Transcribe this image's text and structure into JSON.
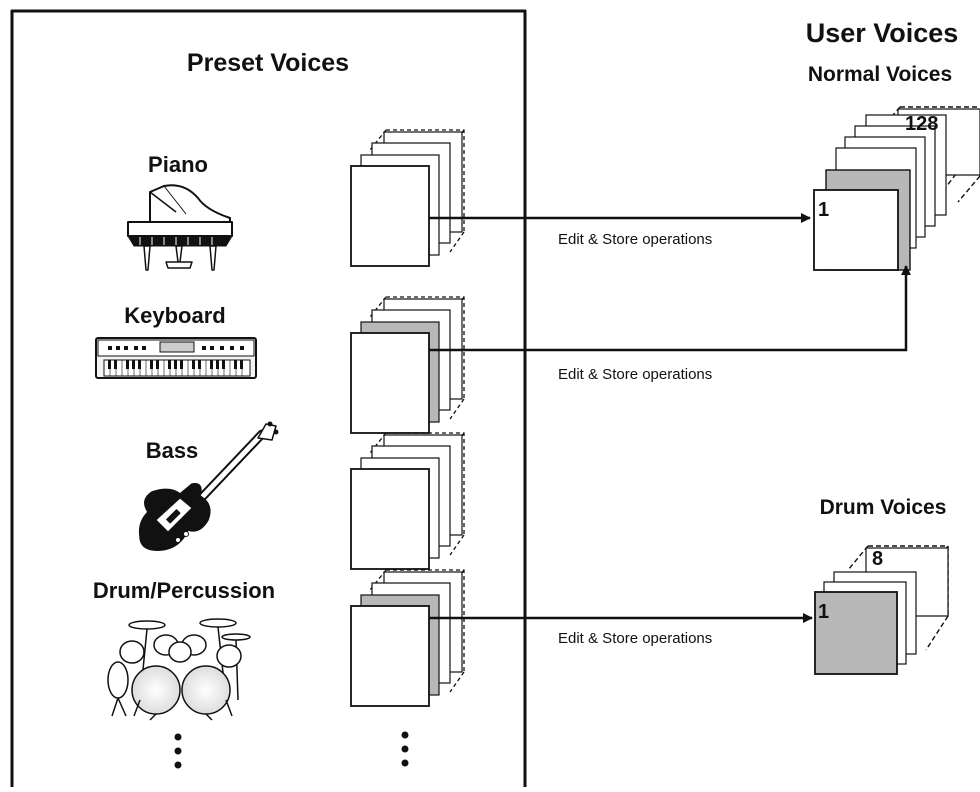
{
  "preset": {
    "title": "Preset Voices",
    "categories": [
      {
        "label": "Piano",
        "icon": "grand-piano-icon"
      },
      {
        "label": "Keyboard",
        "icon": "keyboard-instrument-icon"
      },
      {
        "label": "Bass",
        "icon": "bass-guitar-icon"
      },
      {
        "label": "Drum/Percussion",
        "icon": "drum-kit-icon"
      }
    ]
  },
  "user": {
    "title": "User Voices",
    "normal": {
      "title": "Normal Voices",
      "first": "1",
      "last": "128"
    },
    "drum": {
      "title": "Drum Voices",
      "first": "1",
      "last": "8"
    }
  },
  "operations": {
    "piano_label": "Edit & Store operations",
    "keyboard_label": "Edit & Store operations",
    "drum_label": "Edit & Store operations"
  },
  "colors": {
    "line": "#111111",
    "highlight": "#b8b8b8",
    "paper": "#ffffff"
  }
}
